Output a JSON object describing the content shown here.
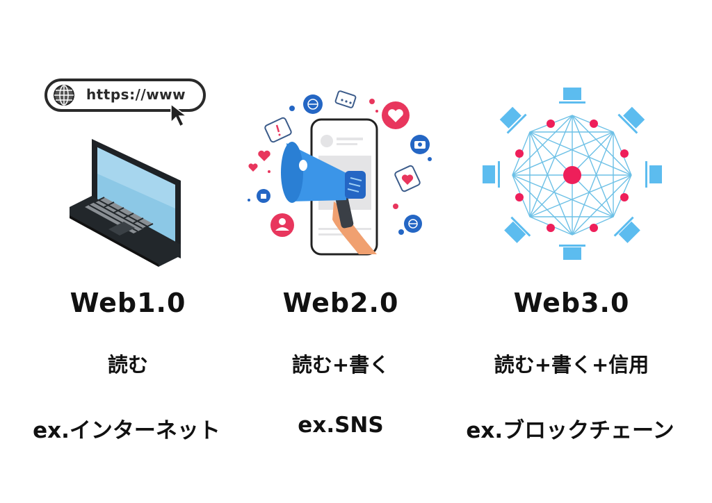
{
  "columns": [
    {
      "title": "Web1.0",
      "description": "読む",
      "example": "ex.インターネット",
      "illustration": "laptop-with-url-bar",
      "url_text": "https://www"
    },
    {
      "title": "Web2.0",
      "description": "読む+書く",
      "example": "ex.SNS",
      "illustration": "smartphone-megaphone-social-icons"
    },
    {
      "title": "Web3.0",
      "description": "読む+書く+信用",
      "example": "ex.ブロックチェーン",
      "illustration": "decentralized-network-of-computers"
    }
  ],
  "colors": {
    "text": "#111111",
    "laptop_body": "#1e2226",
    "laptop_screen": "#8cc8e6",
    "megaphone_blue": "#2a7fd4",
    "social_pink": "#e8365d",
    "social_blue": "#2466c4",
    "network_line": "#6cc0e6",
    "network_node": "#ee1f5a",
    "computer_blue": "#5cbcef"
  }
}
